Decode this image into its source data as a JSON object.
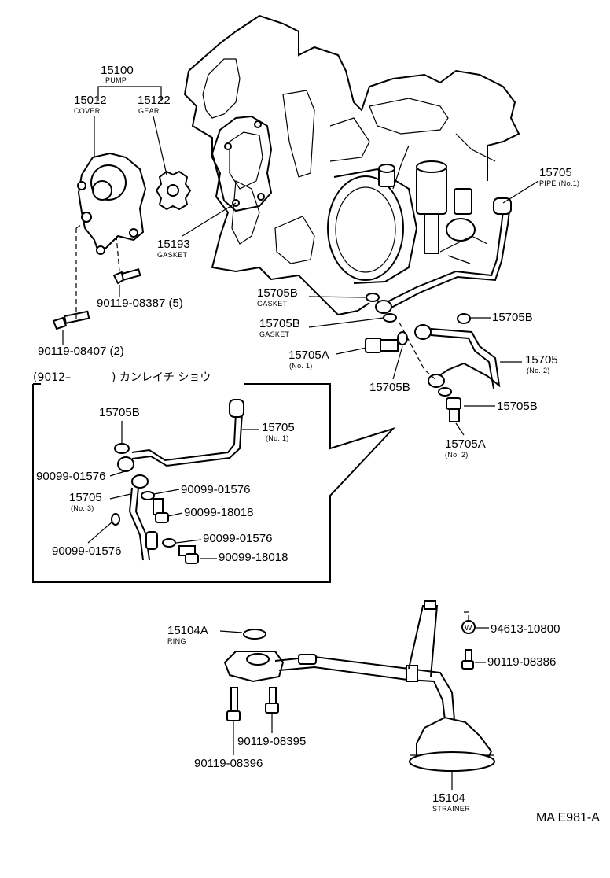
{
  "pump": {
    "main_no": "15100",
    "main_name": "PUMP",
    "cover_no": "15012",
    "cover_name": "COVER",
    "gear_no": "15122",
    "gear_name": "GEAR",
    "gasket_no": "15193",
    "gasket_name": "GASKET",
    "bolt_a": "90119-08387 (5)",
    "bolt_b": "90119-08407 (2)"
  },
  "pipes": {
    "pipe_no": "15705",
    "pipe_name": "PIPE (No.1)",
    "gasket1_no": "15705B",
    "gasket1_name": "GASKET",
    "gasket2_no": "15705B",
    "gasket2_name": "GASKET",
    "washer_r1": "15705B",
    "union1_no": "15705A",
    "union1_sub": "(No. 1)",
    "washer_mid": "15705B",
    "pipe2_no": "15705",
    "pipe2_sub": "(No. 2)",
    "washer_r2": "15705B",
    "union2_no": "15705A",
    "union2_sub": "(No. 2)"
  },
  "inset": {
    "header_left": "(9012–",
    "header_right": ") カンレイチ ショウ",
    "washer_top": "15705B",
    "pipe1_no": "15705",
    "pipe1_sub": "(No. 1)",
    "gasket_a": "90099-01576",
    "gasket_b": "90099-01576",
    "pipe3_no": "15705",
    "pipe3_sub": "(No. 3)",
    "bolt_a": "90099-18018",
    "gasket_c": "90099-01576",
    "gasket_d": "90099-01576",
    "bolt_b": "90099-18018"
  },
  "strainer": {
    "ring_no": "15104A",
    "ring_name": "RING",
    "washer": "94613-10800",
    "bolt_r": "90119-08386",
    "bolt_m": "90119-08395",
    "bolt_l": "90119-08396",
    "main_no": "15104",
    "main_name": "STRAINER"
  },
  "footer": {
    "code": "MA E981-A"
  }
}
